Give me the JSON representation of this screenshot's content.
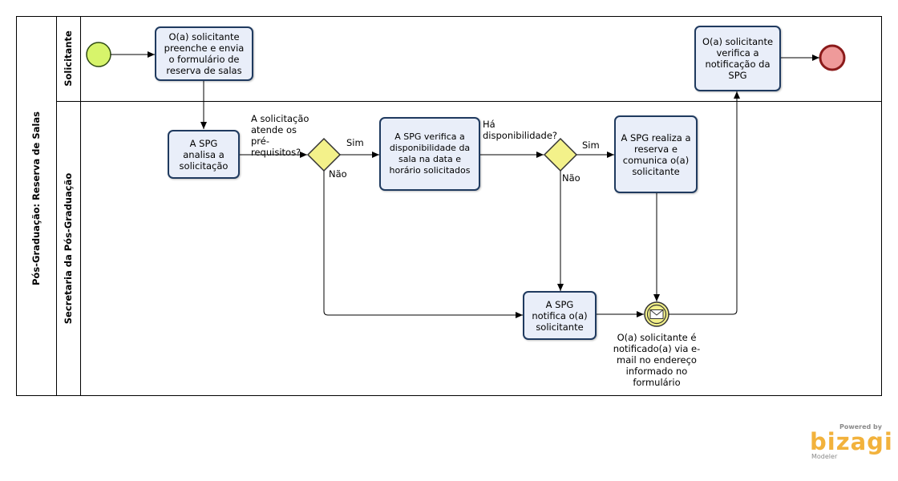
{
  "pool": {
    "name": "Pós-Graduação: Reserva de Salas"
  },
  "lanes": [
    {
      "id": "solicitante",
      "name": "Solicitante"
    },
    {
      "id": "secretaria",
      "name": "Secretaria da Pós-Graduação"
    }
  ],
  "tasks": {
    "preenche": "O(a) solicitante preenche e envia o formulário de reserva de salas",
    "analisa": "A SPG analisa a solicitação",
    "verifica": "A SPG verifica a disponibilidade da sala na data e horário solicitados",
    "realiza": "A SPG realiza a reserva e comunica o(a) solicitante",
    "notifica": "A SPG notifica o(a) solicitante",
    "verifica_notificacao": "O(a) solicitante verifica a notificação da SPG"
  },
  "gateways": {
    "requisitos": "A solicitação atende os pré-requisitos?",
    "disponibilidade": "Há disponibilidade?"
  },
  "flow_labels": {
    "sim1": "Sim",
    "nao1": "Não",
    "sim2": "Sim",
    "nao2": "Não"
  },
  "events": {
    "message": "O(a) solicitante é notificado(a) via e-mail no endereço informado no formulário"
  },
  "colors": {
    "task_fill": "#e9eef9",
    "task_border": "#1f3a5f",
    "start_fill": "#d7f46b",
    "end_fill": "#ef9a9a",
    "gateway_fill": "#f3f18a",
    "message_fill": "#f3f18a"
  },
  "brand": {
    "powered": "Powered by",
    "name": "bizagi",
    "sub": "Modeler"
  }
}
